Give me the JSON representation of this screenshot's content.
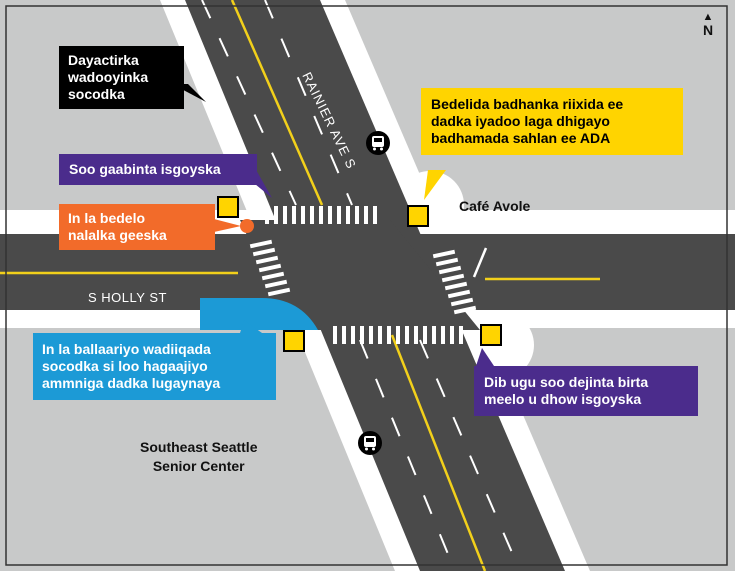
{
  "colors": {
    "background": "#c8c9c9",
    "road": "#4a4a4a",
    "sidewalk": "#ffffff",
    "center_line": "#f2d01b",
    "signal": "#ffd400",
    "curb_extension": "#1c9ad6",
    "callout_black": "#000000",
    "callout_purple": "#4b2c8c",
    "callout_orange": "#f26b2a",
    "callout_yellow": "#ffd400",
    "callout_blue": "#1c9ad6"
  },
  "streets": {
    "rainier": "RAINIER AVE S",
    "holly": "S HOLLY ST"
  },
  "places": {
    "cafe": "Café Avole",
    "senior_center_line1": "Southeast Seattle",
    "senior_center_line2": "Senior Center"
  },
  "north": {
    "arrow": "▲",
    "letter": "N"
  },
  "icons": {
    "bus_stop": "bus-stop-icon",
    "signal": "signal-pole-icon",
    "north": "north-arrow-icon"
  },
  "callouts": {
    "sidewalk_repair": [
      "Dayactirka",
      "wadooyinka",
      "socodka"
    ],
    "crosswalk_lead": "Soo gaabinta isgoyska",
    "corner_lighting": [
      "In la bedelo",
      "nalalka geeska"
    ],
    "ada_signals": [
      "Bedelida badhanka riixida ee",
      "dadka iyadoo laga dhigayo",
      "badhamada sahlan ee ADA"
    ],
    "curb_extension": [
      "In la ballaariyo wadiiqada",
      "socodka si loo hagaajiyo",
      "ammniga dadka lugaynaya"
    ],
    "leading_interval": [
      "Dib ugu soo dejinta birta",
      "meelo u dhow isgoyska"
    ]
  }
}
